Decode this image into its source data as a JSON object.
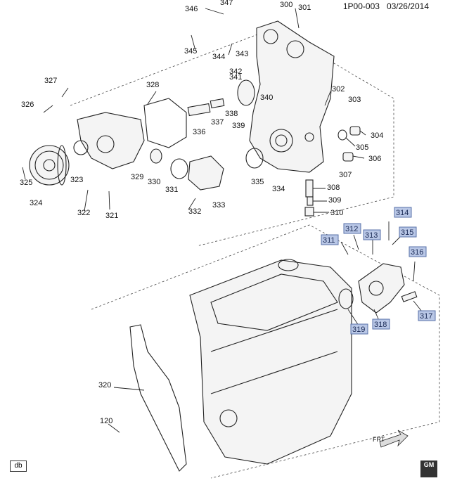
{
  "header": {
    "doc_id": "1P00-003",
    "date": "03/26/2014"
  },
  "footer": {
    "left_badge": "db",
    "right_badge": "GM"
  },
  "arrow_label": "FRT",
  "callouts": [
    {
      "id": "c346",
      "label": "346",
      "highlight": false
    },
    {
      "id": "c347",
      "label": "347",
      "highlight": false
    },
    {
      "id": "c300",
      "label": "300",
      "highlight": false
    },
    {
      "id": "c301",
      "label": "301",
      "highlight": false
    },
    {
      "id": "c345",
      "label": "345",
      "highlight": false
    },
    {
      "id": "c344",
      "label": "344",
      "highlight": false
    },
    {
      "id": "c343",
      "label": "343",
      "highlight": false
    },
    {
      "id": "c342",
      "label": "342",
      "highlight": false
    },
    {
      "id": "c341",
      "label": "341",
      "highlight": false
    },
    {
      "id": "c340",
      "label": "340",
      "highlight": false
    },
    {
      "id": "c339",
      "label": "339",
      "highlight": false
    },
    {
      "id": "c338",
      "label": "338",
      "highlight": false
    },
    {
      "id": "c337",
      "label": "337",
      "highlight": false
    },
    {
      "id": "c336",
      "label": "336",
      "highlight": false
    },
    {
      "id": "c327",
      "label": "327",
      "highlight": false
    },
    {
      "id": "c328",
      "label": "328",
      "highlight": false
    },
    {
      "id": "c326",
      "label": "326",
      "highlight": false
    },
    {
      "id": "c302",
      "label": "302",
      "highlight": false
    },
    {
      "id": "c303",
      "label": "303",
      "highlight": false
    },
    {
      "id": "c304",
      "label": "304",
      "highlight": false
    },
    {
      "id": "c305",
      "label": "305",
      "highlight": false
    },
    {
      "id": "c306",
      "label": "306",
      "highlight": false
    },
    {
      "id": "c307",
      "label": "307",
      "highlight": false
    },
    {
      "id": "c308",
      "label": "308",
      "highlight": false
    },
    {
      "id": "c309",
      "label": "309",
      "highlight": false
    },
    {
      "id": "c310",
      "label": "310",
      "highlight": false
    },
    {
      "id": "c325",
      "label": "325",
      "highlight": false
    },
    {
      "id": "c323",
      "label": "323",
      "highlight": false
    },
    {
      "id": "c329",
      "label": "329",
      "highlight": false
    },
    {
      "id": "c330",
      "label": "330",
      "highlight": false
    },
    {
      "id": "c331",
      "label": "331",
      "highlight": false
    },
    {
      "id": "c333",
      "label": "333",
      "highlight": false
    },
    {
      "id": "c335",
      "label": "335",
      "highlight": false
    },
    {
      "id": "c334",
      "label": "334",
      "highlight": false
    },
    {
      "id": "c324",
      "label": "324",
      "highlight": false
    },
    {
      "id": "c322",
      "label": "322",
      "highlight": false
    },
    {
      "id": "c321",
      "label": "321",
      "highlight": false
    },
    {
      "id": "c332",
      "label": "332",
      "highlight": false
    },
    {
      "id": "c314",
      "label": "314",
      "highlight": true
    },
    {
      "id": "c312",
      "label": "312",
      "highlight": true
    },
    {
      "id": "c313",
      "label": "313",
      "highlight": true
    },
    {
      "id": "c315",
      "label": "315",
      "highlight": true
    },
    {
      "id": "c311",
      "label": "311",
      "highlight": true
    },
    {
      "id": "c316",
      "label": "316",
      "highlight": true
    },
    {
      "id": "c317",
      "label": "317",
      "highlight": true
    },
    {
      "id": "c318",
      "label": "318",
      "highlight": true
    },
    {
      "id": "c319",
      "label": "319",
      "highlight": true
    },
    {
      "id": "c320",
      "label": "320",
      "highlight": false
    },
    {
      "id": "c120",
      "label": "120",
      "highlight": false
    }
  ]
}
